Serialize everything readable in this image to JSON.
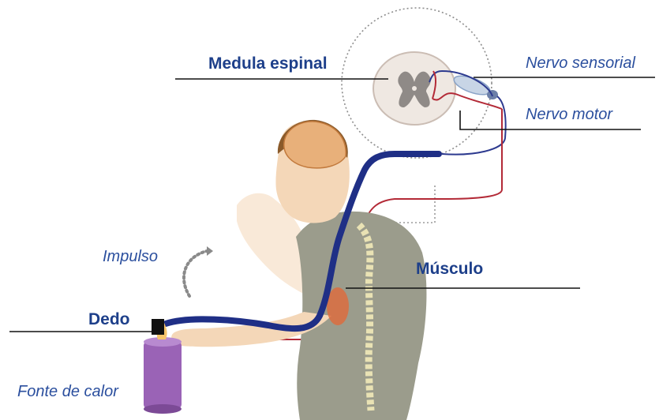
{
  "labels": {
    "spinal_cord": "Medula espinal",
    "sensory_nerve": "Nervo sensorial",
    "motor_nerve": "Nervo motor",
    "impulse": "Impulso",
    "muscle": "Músculo",
    "finger": "Dedo",
    "heat_source": "Fonte de calor"
  },
  "colors": {
    "label_bold": "#1d3f8a",
    "label_italic": "#2b4f9e",
    "sensory_path": "#1f2f86",
    "motor_path": "#b32a37",
    "skin": "#f4d7b8",
    "shirt": "#9b9c8c",
    "heat_source": "#9a63b6",
    "spine": "#e9e2b4"
  }
}
